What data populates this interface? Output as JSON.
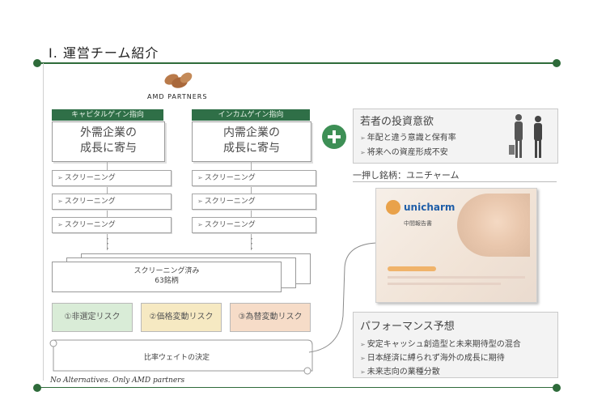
{
  "title": "Ⅰ. 運営チーム紹介",
  "logo_text": "AMD partners",
  "left_col": {
    "header": "キャピタルゲイン指向",
    "line1": "外需企業の",
    "line2": "成長に寄与",
    "screens": [
      "スクリーニング",
      "スクリーニング",
      "スクリーニング"
    ]
  },
  "right_col": {
    "header": "インカムゲイン指向",
    "line1": "内需企業の",
    "line2": "成長に寄与",
    "screens": [
      "スクリーニング",
      "スクリーニング",
      "スクリーニング"
    ]
  },
  "screened": {
    "line1": "スクリーニング済み",
    "line2": "63銘柄"
  },
  "risks": [
    "①非選定リスク",
    "②価格変動リスク",
    "③為替変動リスク"
  ],
  "weight": "比率ウェイトの決定",
  "footer_note": "No Alternatives. Only AMD partners",
  "youth": {
    "heading": "若者の投資意欲",
    "items": [
      "年配と違う意識と保有率",
      "将来への資産形成不安"
    ]
  },
  "pick_label": "一押し銘柄：ユニチャーム",
  "brochure": {
    "brand": "unicharm",
    "subtitle": "中間報告書"
  },
  "performance": {
    "heading": "パフォーマンス予想",
    "items": [
      "安定キャッシュ創造型と未来期待型の混合",
      "日本経済に縛られず海外の成長に期待",
      "未来志向の業種分散"
    ]
  },
  "colors": {
    "accent_green": "#2e6b3a",
    "header_green": "#2f6f47",
    "plus_green": "#3d8f55",
    "risk1": "#d9ecd7",
    "risk2": "#f6e9c2",
    "risk3": "#f6dcc8"
  }
}
